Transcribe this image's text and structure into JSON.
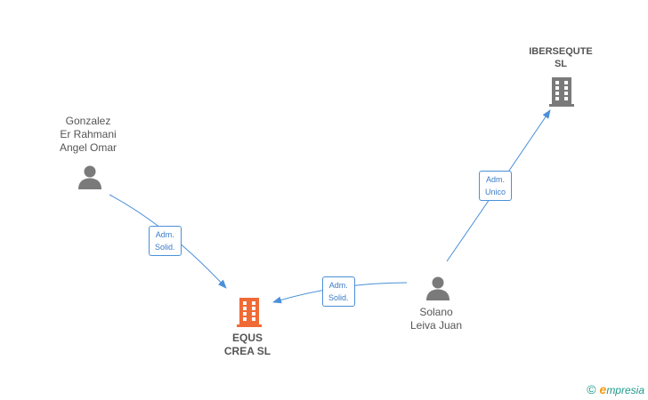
{
  "nodes": {
    "gonzalez": {
      "label": "Gonzalez\nEr Rahmani\nAngel Omar",
      "type": "person"
    },
    "ibersequte": {
      "label": "IBERSEQUTE\nSL",
      "type": "company"
    },
    "equs": {
      "label": "EQUS\nCREA  SL",
      "type": "company-main"
    },
    "solano": {
      "label": "Solano\nLeiva Juan",
      "type": "person"
    }
  },
  "edges": [
    {
      "from": "gonzalez",
      "to": "equs",
      "label": "Adm.\nSolid."
    },
    {
      "from": "solano",
      "to": "equs",
      "label": "Adm.\nSolid."
    },
    {
      "from": "solano",
      "to": "ibersequte",
      "label": "Adm.\nUnico"
    }
  ],
  "colors": {
    "edge": "#4a90d9",
    "person_icon": "#7a7a7a",
    "company_icon": "#7a7a7a",
    "main_company_icon": "#f06a35"
  },
  "footer": {
    "copyright": "©",
    "brand_initial": "e",
    "brand_rest": "mpresia"
  }
}
